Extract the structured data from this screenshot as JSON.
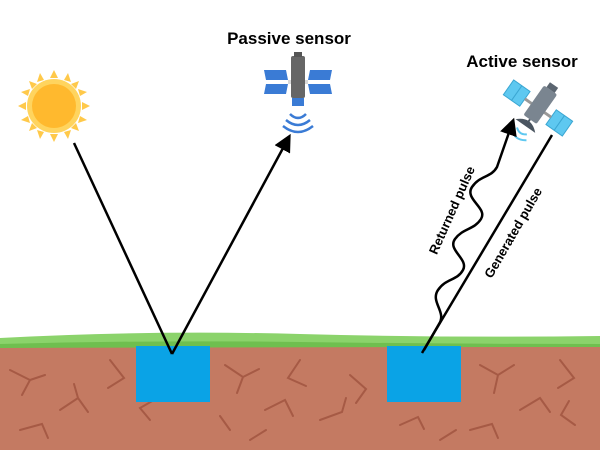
{
  "labels": {
    "passive_sensor": "Passive sensor",
    "active_sensor": "Active sensor",
    "returned_pulse": "Returned pulse",
    "generated_pulse": "Generated pulse"
  },
  "colors": {
    "sky": "#ffffff",
    "grass": "#8bd36b",
    "grass_dark": "#6fbf4f",
    "soil": "#c47a62",
    "soil_crack": "#a65a45",
    "target": "#0aa3e6",
    "sun_outer": "#ffc94a",
    "sun_inner": "#ffb92e",
    "panel": "#3a7bd5",
    "arrow": "#000000"
  },
  "icons": {
    "sun": "sun-icon",
    "passive_satellite": "satellite-icon",
    "active_satellite": "radar-satellite-icon"
  }
}
